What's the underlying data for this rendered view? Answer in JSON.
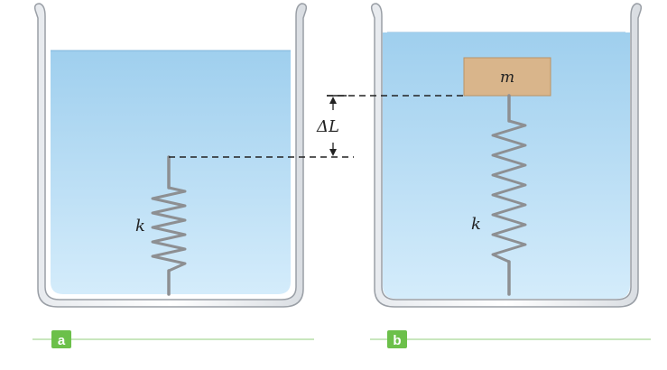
{
  "figure": {
    "panel_a_label": "a",
    "panel_b_label": "b",
    "spring_constant_label_a": "k",
    "spring_constant_label_b": "k",
    "mass_label": "m",
    "delta_l_label": "ΔL"
  },
  "colors": {
    "water_top": "#9fcfee",
    "water_bottom": "#d4ecfb",
    "beaker_outline": "#9a9fa6",
    "mass_fill": "#d9b58b",
    "mass_stroke": "#b99366",
    "spring_stroke": "#8d8f92",
    "panel_label_bg": "#6cc04a",
    "panel_rule": "#b7dfa8",
    "dashed_line": "#222222"
  }
}
